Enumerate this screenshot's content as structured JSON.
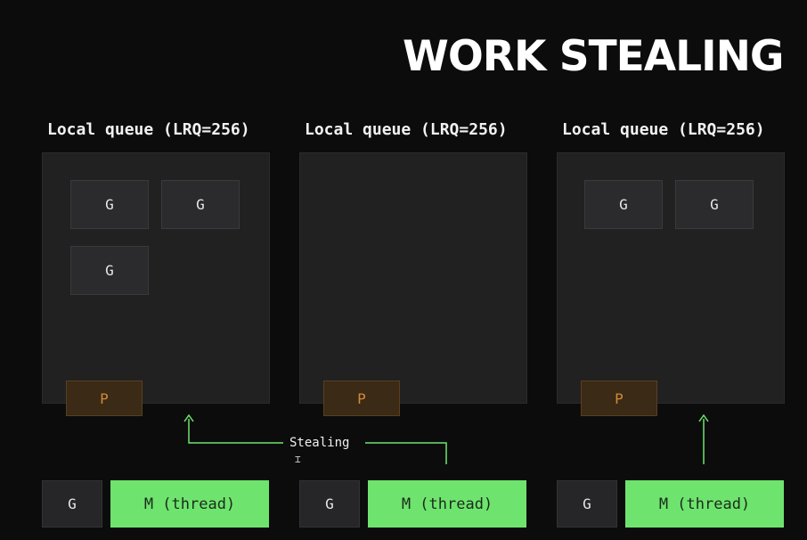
{
  "title": "WORK STEALING",
  "queues": [
    {
      "label": "Local queue (LRQ=256)",
      "goroutines": [
        "G",
        "G",
        "G"
      ],
      "processor": "P"
    },
    {
      "label": "Local queue (LRQ=256)",
      "goroutines": [],
      "processor": "P"
    },
    {
      "label": "Local queue (LRQ=256)",
      "goroutines": [
        "G",
        "G"
      ],
      "processor": "P"
    }
  ],
  "threads": [
    {
      "g": "G",
      "m": "M (thread)"
    },
    {
      "g": "G",
      "m": "M (thread)"
    },
    {
      "g": "G",
      "m": "M (thread)"
    }
  ],
  "stealing_label": "Stealing",
  "colors": {
    "background": "#0c0c0c",
    "thread": "#6ee46e",
    "processor_text": "#d08a36",
    "arrow": "#6ee46e"
  }
}
